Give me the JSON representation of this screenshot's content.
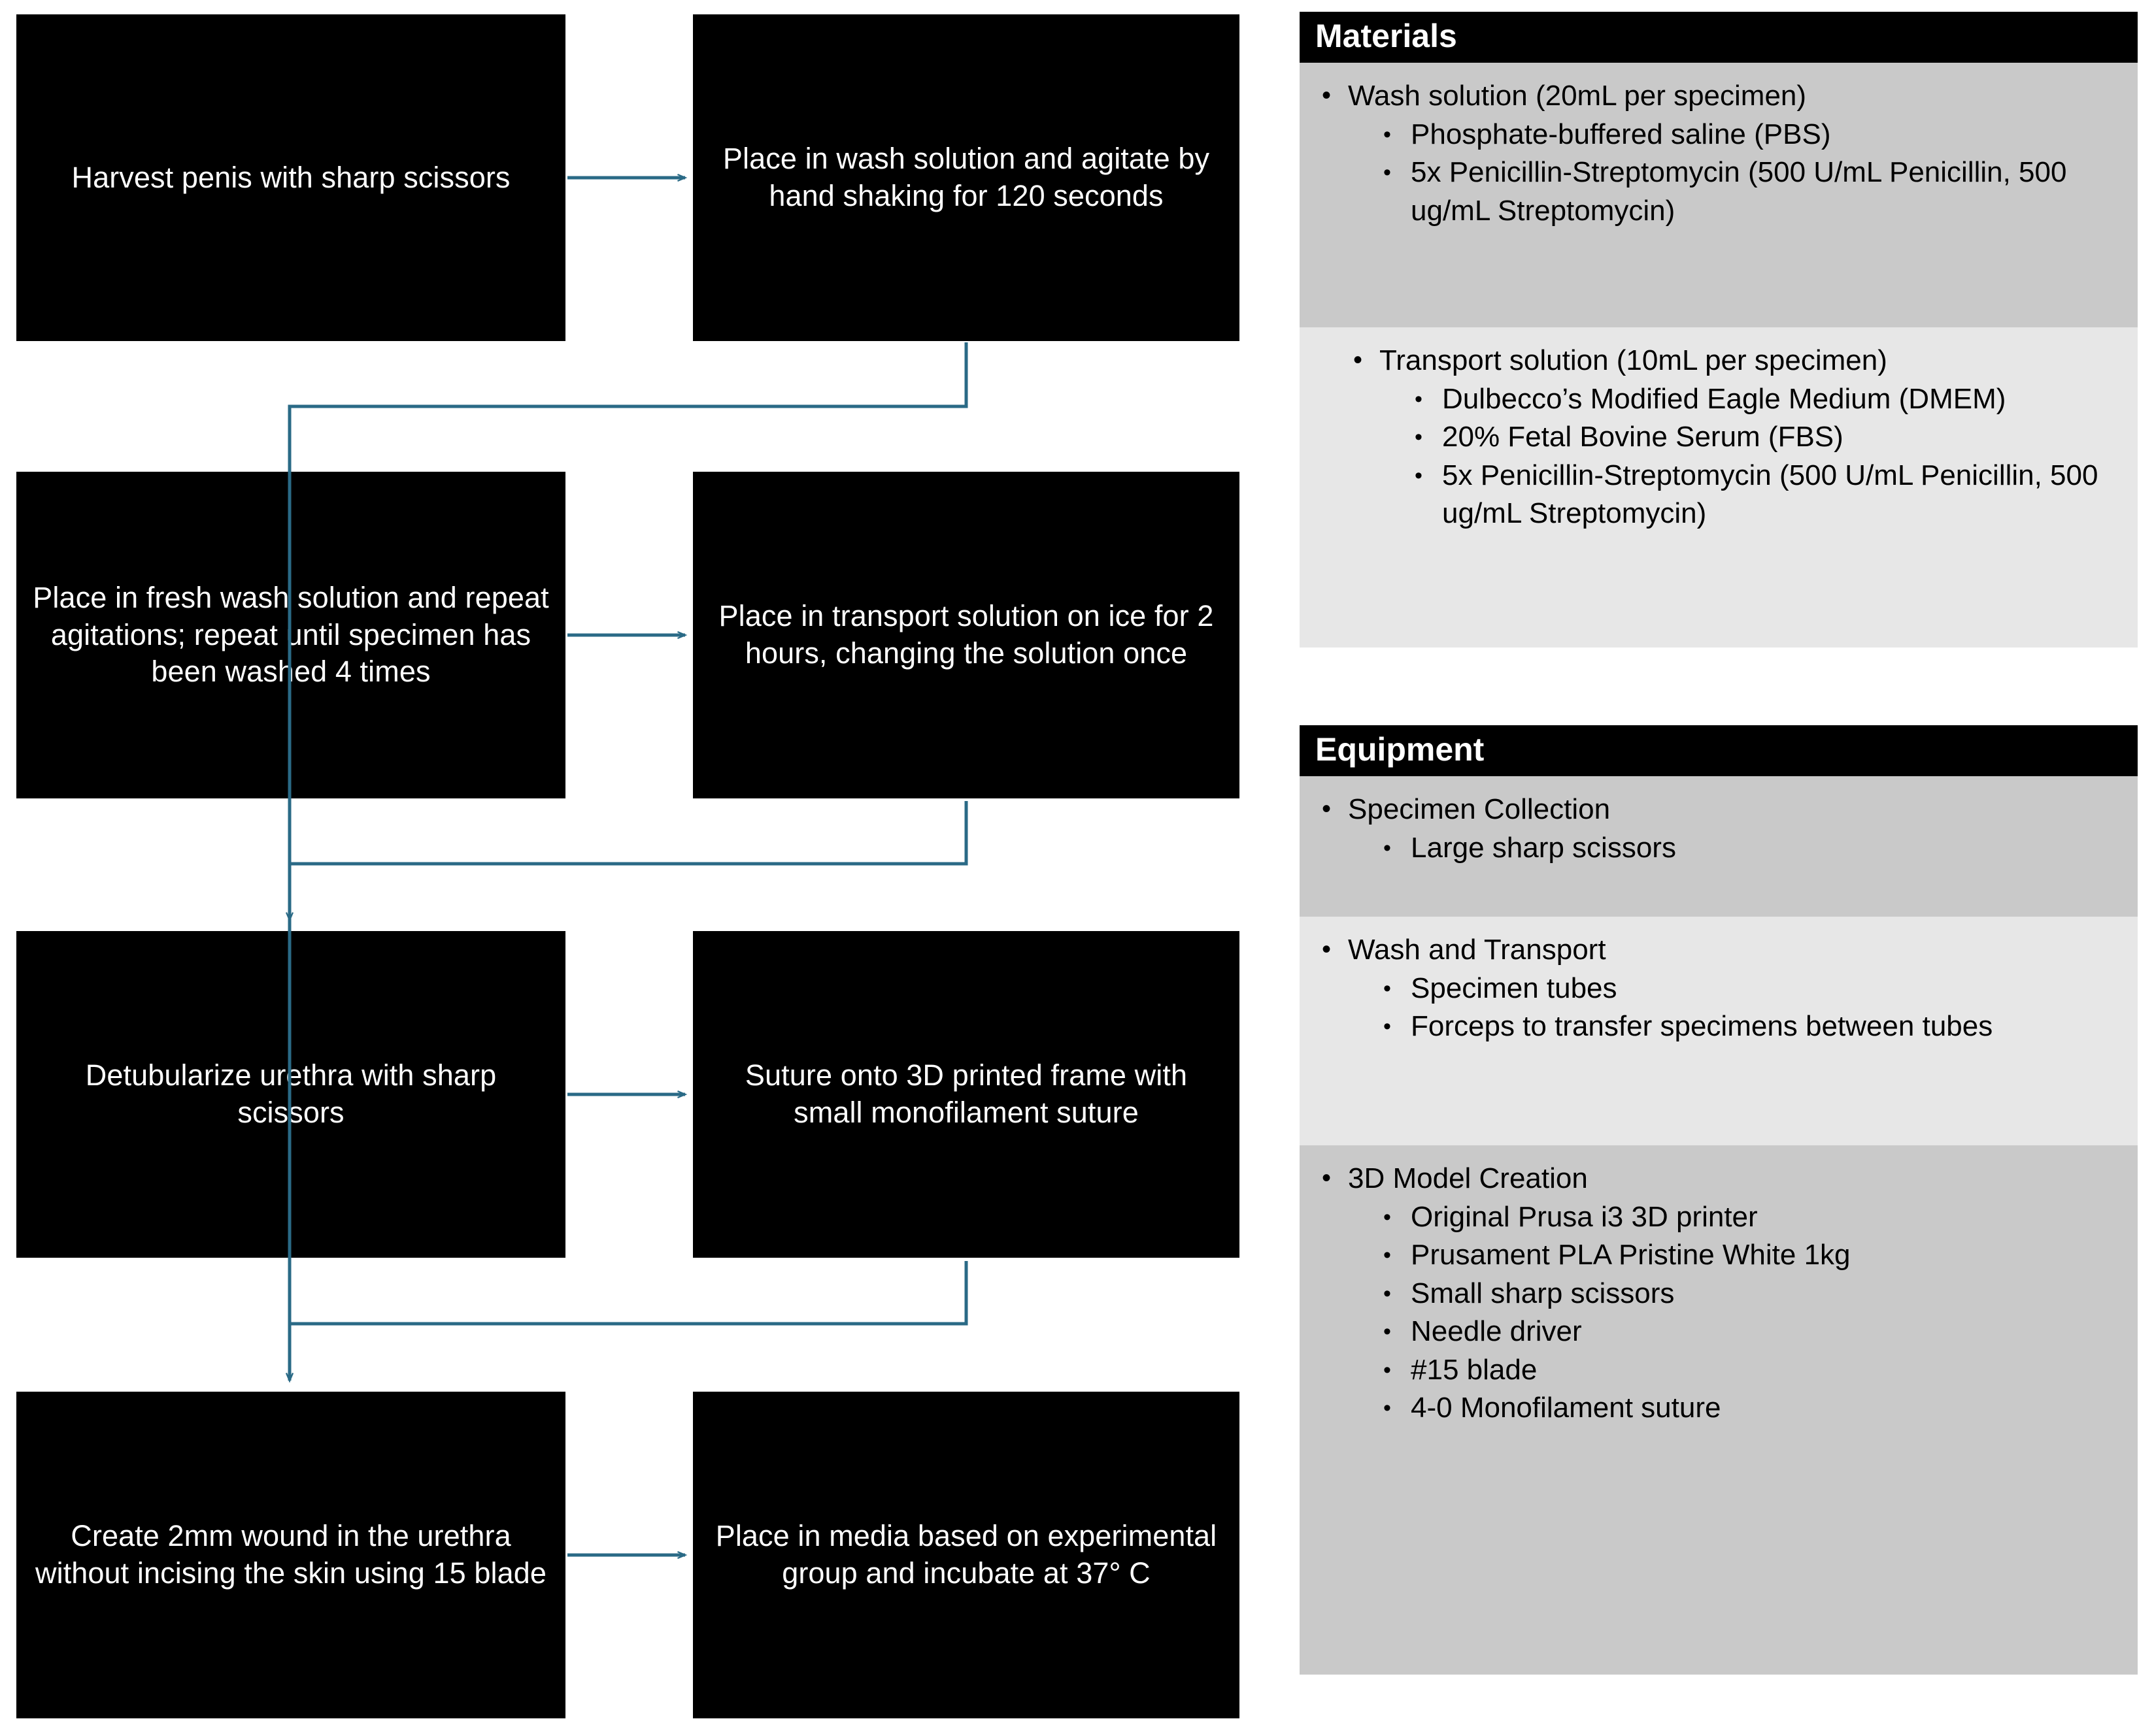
{
  "flowchart": {
    "steps": [
      {
        "id": "step-1",
        "text": "Harvest penis with sharp scissors"
      },
      {
        "id": "step-2",
        "text": "Place in wash solution and agitate by hand shaking for 120 seconds"
      },
      {
        "id": "step-3",
        "text": "Place in fresh wash solution and repeat agitations; repeat until specimen has been washed 4 times"
      },
      {
        "id": "step-4",
        "text": "Place in transport solution on ice for 2 hours, changing the solution once"
      },
      {
        "id": "step-5",
        "text": "Detubularize urethra with sharp scissors"
      },
      {
        "id": "step-6",
        "text": "Suture onto 3D printed frame with small monofilament suture"
      },
      {
        "id": "step-7",
        "text": "Create 2mm wound in the urethra without incising the skin using 15 blade"
      },
      {
        "id": "step-8",
        "text": "Place in media based on experimental group and incubate at 37° C"
      }
    ],
    "connector_color": "#2a6a86",
    "box_color": "#000000",
    "box_text_color": "#ffffff"
  },
  "materials": {
    "header": "Materials",
    "sections": [
      {
        "shade": "#c9c9c9",
        "heading": "Wash solution (20mL per specimen)",
        "items": [
          "Phosphate-buffered saline (PBS)",
          "5x Penicillin-Streptomycin (500 U/mL Penicillin, 500 ug/mL Streptomycin)"
        ]
      },
      {
        "shade": "#e7e7e7",
        "heading": "Transport solution (10mL per specimen)",
        "items": [
          "Dulbecco’s Modified Eagle Medium (DMEM)",
          "20% Fetal Bovine Serum (FBS)",
          "5x Penicillin-Streptomycin (500 U/mL Penicillin, 500 ug/mL Streptomycin)"
        ]
      }
    ]
  },
  "equipment": {
    "header": "Equipment",
    "sections": [
      {
        "shade": "#c9c9c9",
        "heading": "Specimen Collection",
        "items": [
          "Large sharp scissors"
        ]
      },
      {
        "shade": "#e7e7e7",
        "heading": "Wash and Transport",
        "items": [
          "Specimen tubes",
          "Forceps to transfer specimens between tubes"
        ]
      },
      {
        "shade": "#c9c9c9",
        "heading": "3D Model Creation",
        "items": [
          "Original Prusa i3 3D printer",
          "Prusament PLA Pristine White 1kg",
          "Small sharp scissors",
          "Needle driver",
          "#15 blade",
          "4-0 Monofilament suture"
        ]
      }
    ]
  }
}
